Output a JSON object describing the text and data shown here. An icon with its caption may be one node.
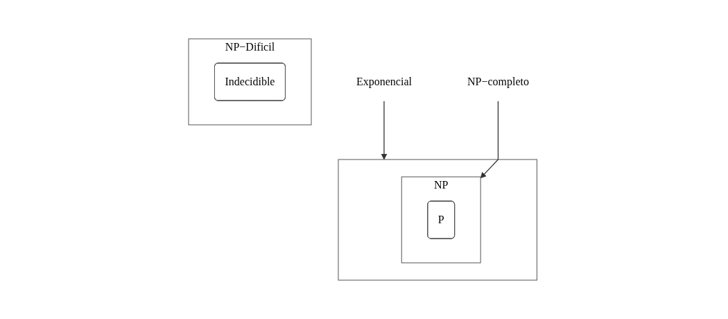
{
  "diagram": {
    "nodes": [
      {
        "text": [
          "NP−Dificil"
        ]
      },
      {
        "text": [
          "Indecidible"
        ],
        "in": 0
      },
      {
        "text": [
          "Exponencial"
        ]
      },
      {
        "text": [],
        "shape": "box"
      },
      {
        "text": [
          "NP"
        ],
        "in": 3
      },
      {
        "text": [
          "P"
        ],
        "in": 4
      },
      {
        "text": [
          "NP−completo"
        ]
      }
    ],
    "edges": [
      {
        "from": 2,
        "to": 3,
        "arrow": "to"
      },
      {
        "from": 6,
        "to": 4,
        "arrow": "to"
      }
    ]
  }
}
